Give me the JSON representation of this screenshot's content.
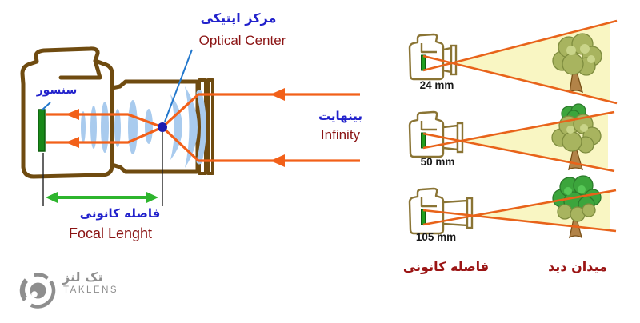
{
  "left_diagram": {
    "optical_center": {
      "fa": "مرکز اپتیکی",
      "en": "Optical Center"
    },
    "sensor": {
      "fa": "سنسور"
    },
    "infinity": {
      "fa": "بینهایت",
      "en": "Infinity"
    },
    "focal_length": {
      "fa": "فاصله کانونی",
      "en": "Focal Lenght"
    }
  },
  "right_diagram": {
    "cameras": [
      {
        "focal_length": "24 mm"
      },
      {
        "focal_length": "50 mm"
      },
      {
        "focal_length": "105 mm"
      }
    ],
    "focal_length_label": {
      "fa": "فاصله کانونی"
    },
    "field_of_view_label": {
      "fa": "میدان دید"
    }
  },
  "logo": {
    "fa": "تک لنز",
    "en": "TAKLENS"
  },
  "colors": {
    "ray_orange": "#f26019",
    "cone_border_orange": "#e8631a",
    "cone_fill": "#f9f6c3",
    "sensor_green": "#188818",
    "label_blue": "#2222cc",
    "label_dark_red": "#8b1414",
    "camera_outline_brown": "#6f4b10",
    "small_camera_olive": "#8a7434",
    "lens_element_blue": "#a9cbee",
    "optical_center_dot": "#1c1cb0",
    "focal_arrow_green": "#2db52d",
    "tree_olive": "#a8b45f",
    "tree_bright_green": "#3ca53c",
    "trunk_brown": "#b28348",
    "logo_gray": "#8e8e8e"
  }
}
